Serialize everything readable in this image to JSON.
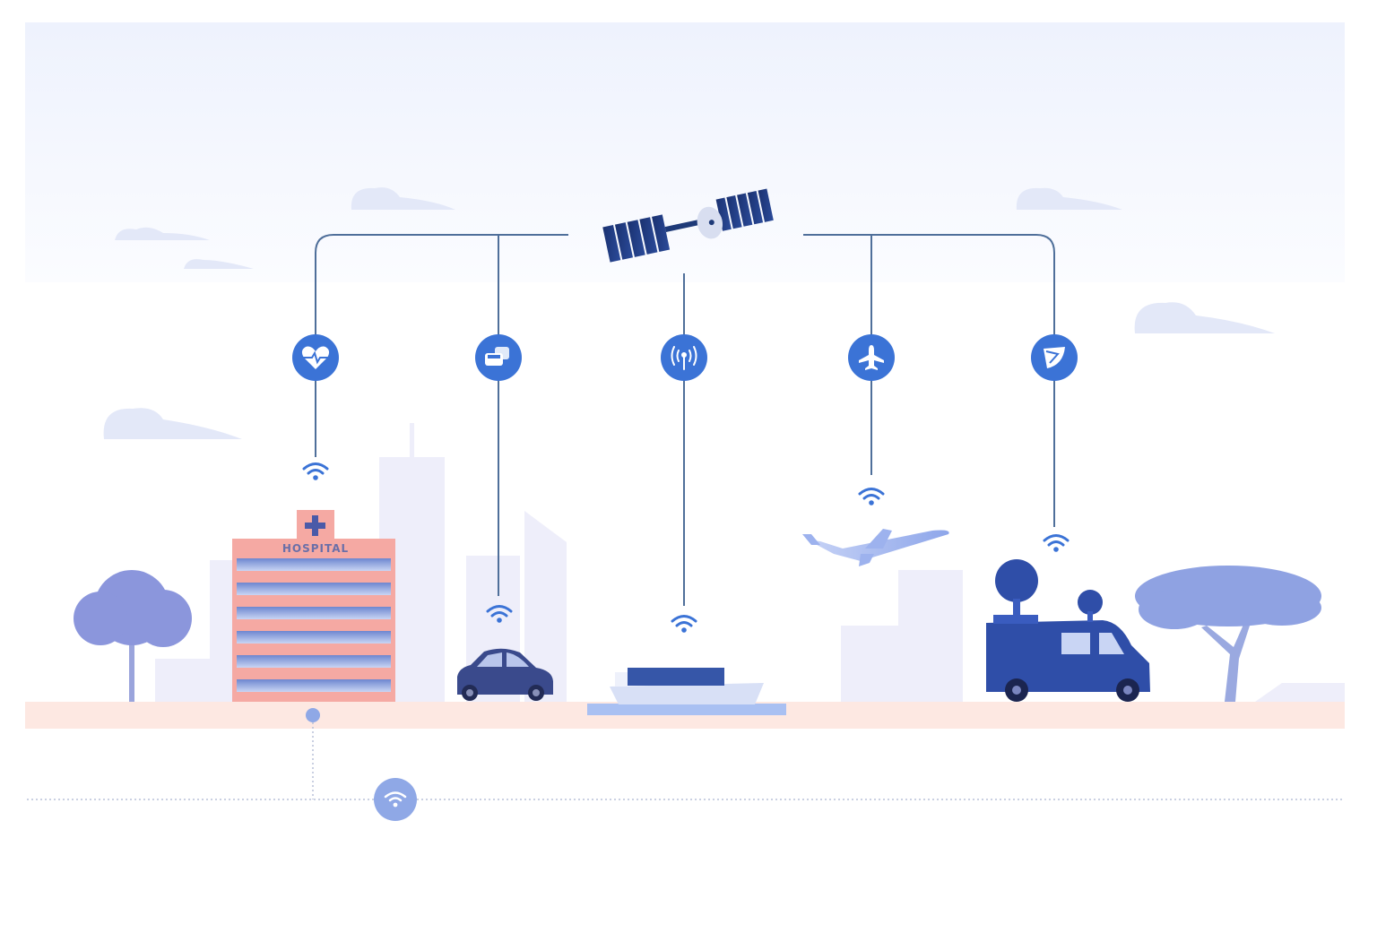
{
  "hospital": {
    "sign_label": "HOSPITAL"
  },
  "hubs": [
    {
      "id": "health",
      "icon": "heart-pulse-icon"
    },
    {
      "id": "traffic",
      "icon": "cars-icon"
    },
    {
      "id": "broadcast",
      "icon": "antenna-signal-icon"
    },
    {
      "id": "aviation",
      "icon": "airplane-icon"
    },
    {
      "id": "satellite-dish",
      "icon": "satellite-dish-icon"
    }
  ],
  "colors": {
    "accent": "#3b73d6",
    "line": "#4f6f9a",
    "satellite_panel": "#1e3a78",
    "van": "#2f4ea8",
    "hospital": "#f5a9a3",
    "ground": "#fde8e2",
    "building": "#eeeefa",
    "tree": "#8b96dc",
    "sky_top": "#eef2fd"
  }
}
